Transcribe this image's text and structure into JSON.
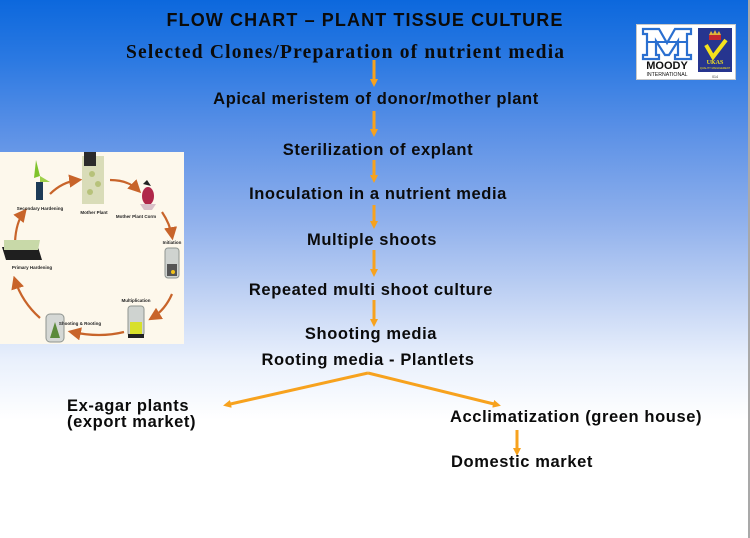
{
  "header": {
    "title": "FLOW CHART – PLANT TISSUE CULTURE",
    "subtitle": "Selected Clones/Preparation of nutrient media"
  },
  "logos": {
    "moody": {
      "name": "MOODY",
      "sub": "INTERNATIONAL"
    },
    "ukas": {
      "name": "UKAS",
      "sub": "QUALITY MANAGEMENT",
      "code": "014"
    }
  },
  "flow": {
    "steps": [
      "Apical meristem of donor/mother plant",
      "Sterilization of explant",
      "Inoculation in a nutrient media",
      "Multiple shoots",
      "Repeated multi shoot culture",
      "Shooting media",
      "Rooting media - Plantlets"
    ],
    "branches": {
      "left": {
        "line1": "Ex-agar plants",
        "line2": "(export market)"
      },
      "right": "Acclimatization (green house)",
      "right_next": "Domestic market"
    },
    "arrow_color": "#f7a21e"
  },
  "cycle_image": {
    "labels": [
      "Mother Plant",
      "Mother Plant Corm",
      "Initiation",
      "Multiplication",
      "Shooting & Rooting",
      "Primary Hardening",
      "Secondary Hardening"
    ],
    "arrow_color": "#c8642a"
  }
}
